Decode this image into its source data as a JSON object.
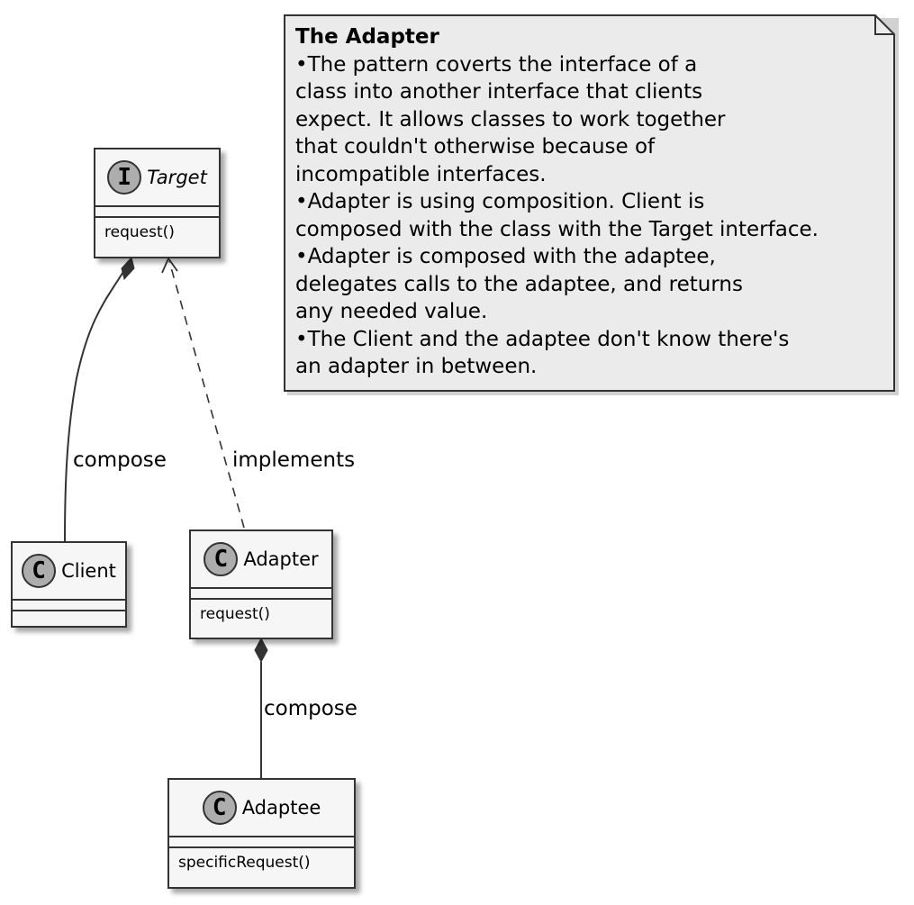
{
  "diagram": {
    "note": {
      "title": "The Adapter",
      "lines": [
        "•The pattern coverts the interface of a",
        "class into another interface that clients",
        "expect. It allows classes to work together",
        "that couldn't otherwise because of",
        "incompatible interfaces.",
        "•Adapter is using composition. Client is",
        "composed with the class with the Target interface.",
        "•Adapter is composed with the adaptee,",
        "delegates calls to the adaptee, and returns",
        "any needed value.",
        "•The Client and the adaptee don't know there's",
        "an adapter in between."
      ]
    },
    "classes": {
      "target": {
        "stereotype": "I",
        "name": "Target",
        "methods": [
          "request()"
        ]
      },
      "client": {
        "stereotype": "C",
        "name": "Client",
        "methods": []
      },
      "adapter": {
        "stereotype": "C",
        "name": "Adapter",
        "methods": [
          "request()"
        ]
      },
      "adaptee": {
        "stereotype": "C",
        "name": "Adaptee",
        "methods": [
          "specificRequest()"
        ]
      }
    },
    "relations": {
      "client_target": {
        "label": "compose",
        "type": "composition"
      },
      "adapter_target": {
        "label": "implements",
        "type": "realization"
      },
      "adaptee_adapter": {
        "label": "compose",
        "type": "composition"
      }
    },
    "colors": {
      "class_fill": "#f6f6f6",
      "note_fill": "#ebebeb",
      "stereotype_fill": "#adadad",
      "border": "#333333"
    }
  }
}
